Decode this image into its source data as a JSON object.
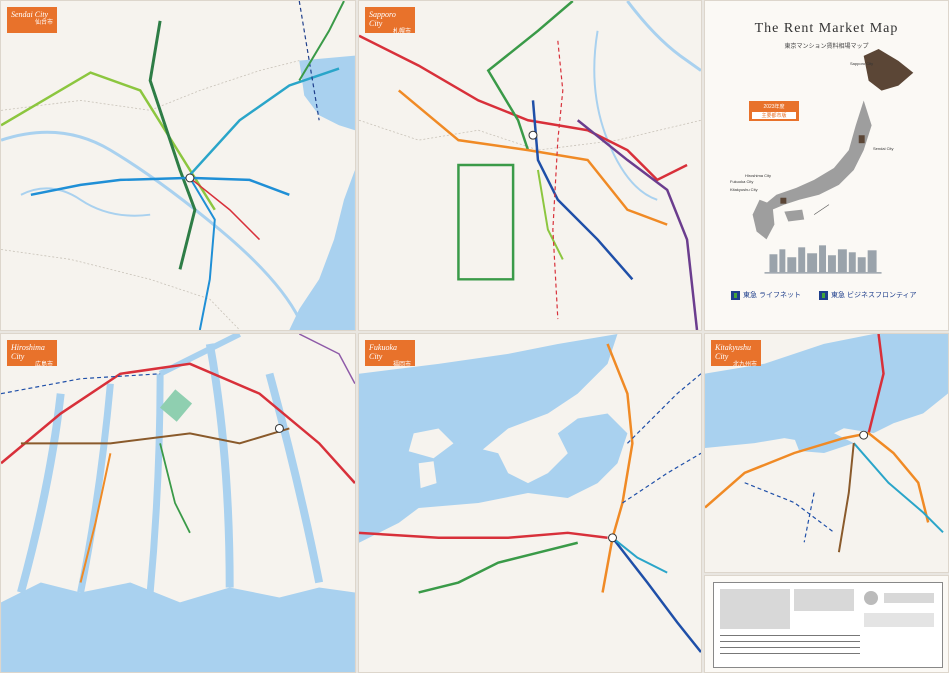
{
  "panels": {
    "sendai": {
      "city": "Sendai City",
      "sub": "仙台市"
    },
    "sapporo": {
      "city": "Sapporo City",
      "sub": "札幌市"
    },
    "hiroshima": {
      "city": "Hiroshima City",
      "sub": "広島市"
    },
    "fukuoka": {
      "city": "Fukuoka City",
      "sub": "福岡市"
    },
    "kitakyushu": {
      "city": "Kitakyushu City",
      "sub": "北九州市"
    }
  },
  "cover": {
    "title": "The Rent Market Map",
    "subtitle": "東京マンション賃料相場マップ",
    "badge_top": "2023年度",
    "badge_bottom": "主要都市版",
    "city_labels": [
      "Sapporo City",
      "Sendai City",
      "Fukuoka City",
      "Hiroshima City",
      "Kitakyushu City"
    ],
    "brand_1": "東急 ライフネット",
    "brand_2": "東急 ビジネスフロンティア"
  },
  "colors": {
    "paper": "#f6f3ee",
    "water": "#a9d1ef",
    "accent": "#e8722b",
    "line_green": "#3a9a48",
    "line_lime": "#8cc63f",
    "line_blue": "#1f8fd6",
    "line_red": "#d8303a",
    "line_orange": "#f08a25",
    "line_purple": "#6b3d8e",
    "brand": "#1f3f8c"
  }
}
